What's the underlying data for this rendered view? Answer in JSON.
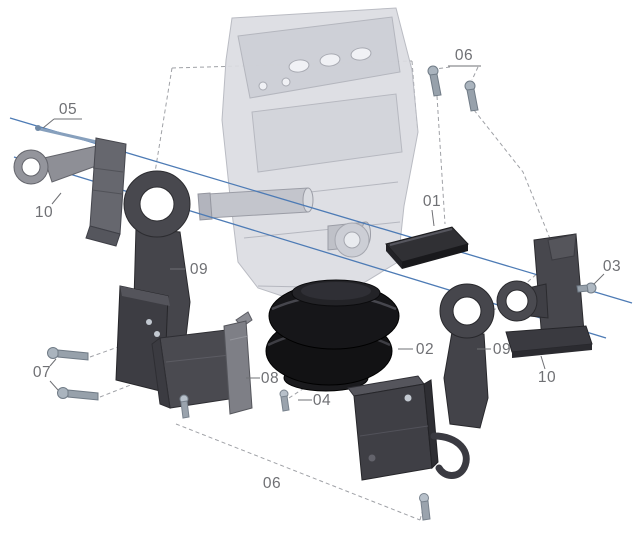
{
  "diagram": {
    "background_color": "#ffffff",
    "colors": {
      "axis_blue": "#4d7bb5",
      "dash_gray": "#9fa1a6",
      "label_gray": "#6f7074",
      "part_dark": "#46464c",
      "bellows_black": "#141416",
      "ghost_gray": "#dcdde2",
      "bolt_steel": "#aab4be"
    },
    "labels": [
      {
        "id": "label-05",
        "text": "05"
      },
      {
        "id": "label-06-top",
        "text": "06"
      },
      {
        "id": "label-10-left",
        "text": "10"
      },
      {
        "id": "label-01",
        "text": "01"
      },
      {
        "id": "label-03",
        "text": "03"
      },
      {
        "id": "label-09-left",
        "text": "09"
      },
      {
        "id": "label-02",
        "text": "02"
      },
      {
        "id": "label-09-right",
        "text": "09"
      },
      {
        "id": "label-10-right",
        "text": "10"
      },
      {
        "id": "label-08",
        "text": "08"
      },
      {
        "id": "label-04",
        "text": "04"
      },
      {
        "id": "label-07",
        "text": "07"
      },
      {
        "id": "label-06-bottom",
        "text": "06"
      }
    ]
  }
}
